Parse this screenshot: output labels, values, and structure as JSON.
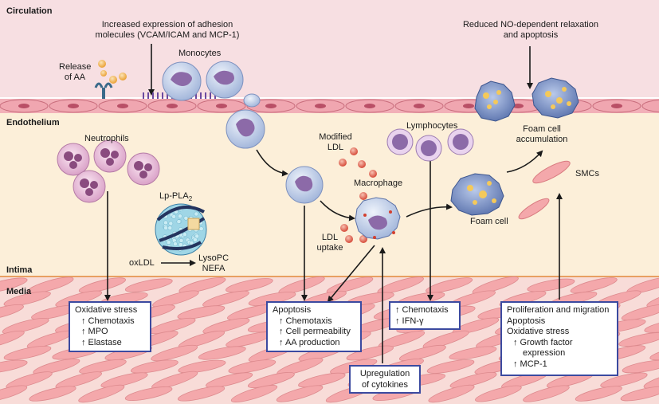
{
  "regions": {
    "circulation": "Circulation",
    "endothelium": "Endothelium",
    "intima": "Intima",
    "media": "Media"
  },
  "labels": {
    "adhesion_line1": "Increased expression of adhesion",
    "adhesion_line2": "molecules (VCAM/ICAM and MCP-1)",
    "release_line1": "Release",
    "release_line2": "of AA",
    "monocytes": "Monocytes",
    "reduced_line1": "Reduced NO-dependent relaxation",
    "reduced_line2": "and apoptosis",
    "neutrophils": "Neutrophils",
    "modified_line1": "Modified",
    "modified_line2": "LDL",
    "lymphocytes": "Lymphocytes",
    "foam_acc_line1": "Foam cell",
    "foam_acc_line2": "accumulation",
    "lppla2": "Lp-PLA",
    "lppla2_sub": "2",
    "macrophage": "Macrophage",
    "smcs": "SMCs",
    "foam_cell": "Foam cell",
    "ldl_uptake_line1": "LDL",
    "ldl_uptake_line2": "uptake",
    "oxldl": "oxLDL",
    "lysopc_line1": "LysoPC",
    "lysopc_line2": "NEFA"
  },
  "boxes": {
    "oxidative": [
      "Oxidative stress",
      "↑ Chemotaxis",
      "↑ MPO",
      "↑ Elastase"
    ],
    "apoptosis": [
      "Apoptosis",
      "↑ Chemotaxis",
      "↑ Cell permeability",
      "↑ AA production"
    ],
    "chemotaxis": [
      "↑ Chemotaxis",
      "↑ IFN-γ"
    ],
    "cytokines": [
      "Upregulation",
      "of cytokines"
    ],
    "proliferation": [
      "Proliferation and migration",
      "Apoptosis",
      "Oxidative stress",
      "↑ Growth factor",
      "expression",
      "↑ MCP-1"
    ]
  },
  "colors": {
    "circulation": "#f7dfe2",
    "endothelium": "#f3b8bf",
    "intima": "#fcefd9",
    "media": "#f6d0cf",
    "smc": "#f4a8ab",
    "box_border": "#3b4aa0",
    "monocyte": "#c9d7ee",
    "nucleus": "#8c6aa8",
    "neutrophil": "#e8b8d8",
    "ldl_particle": "#f0b43a",
    "ldl_red": "#d94a3a",
    "foam": "#7c95c8",
    "arrow": "#1a1a1a"
  }
}
